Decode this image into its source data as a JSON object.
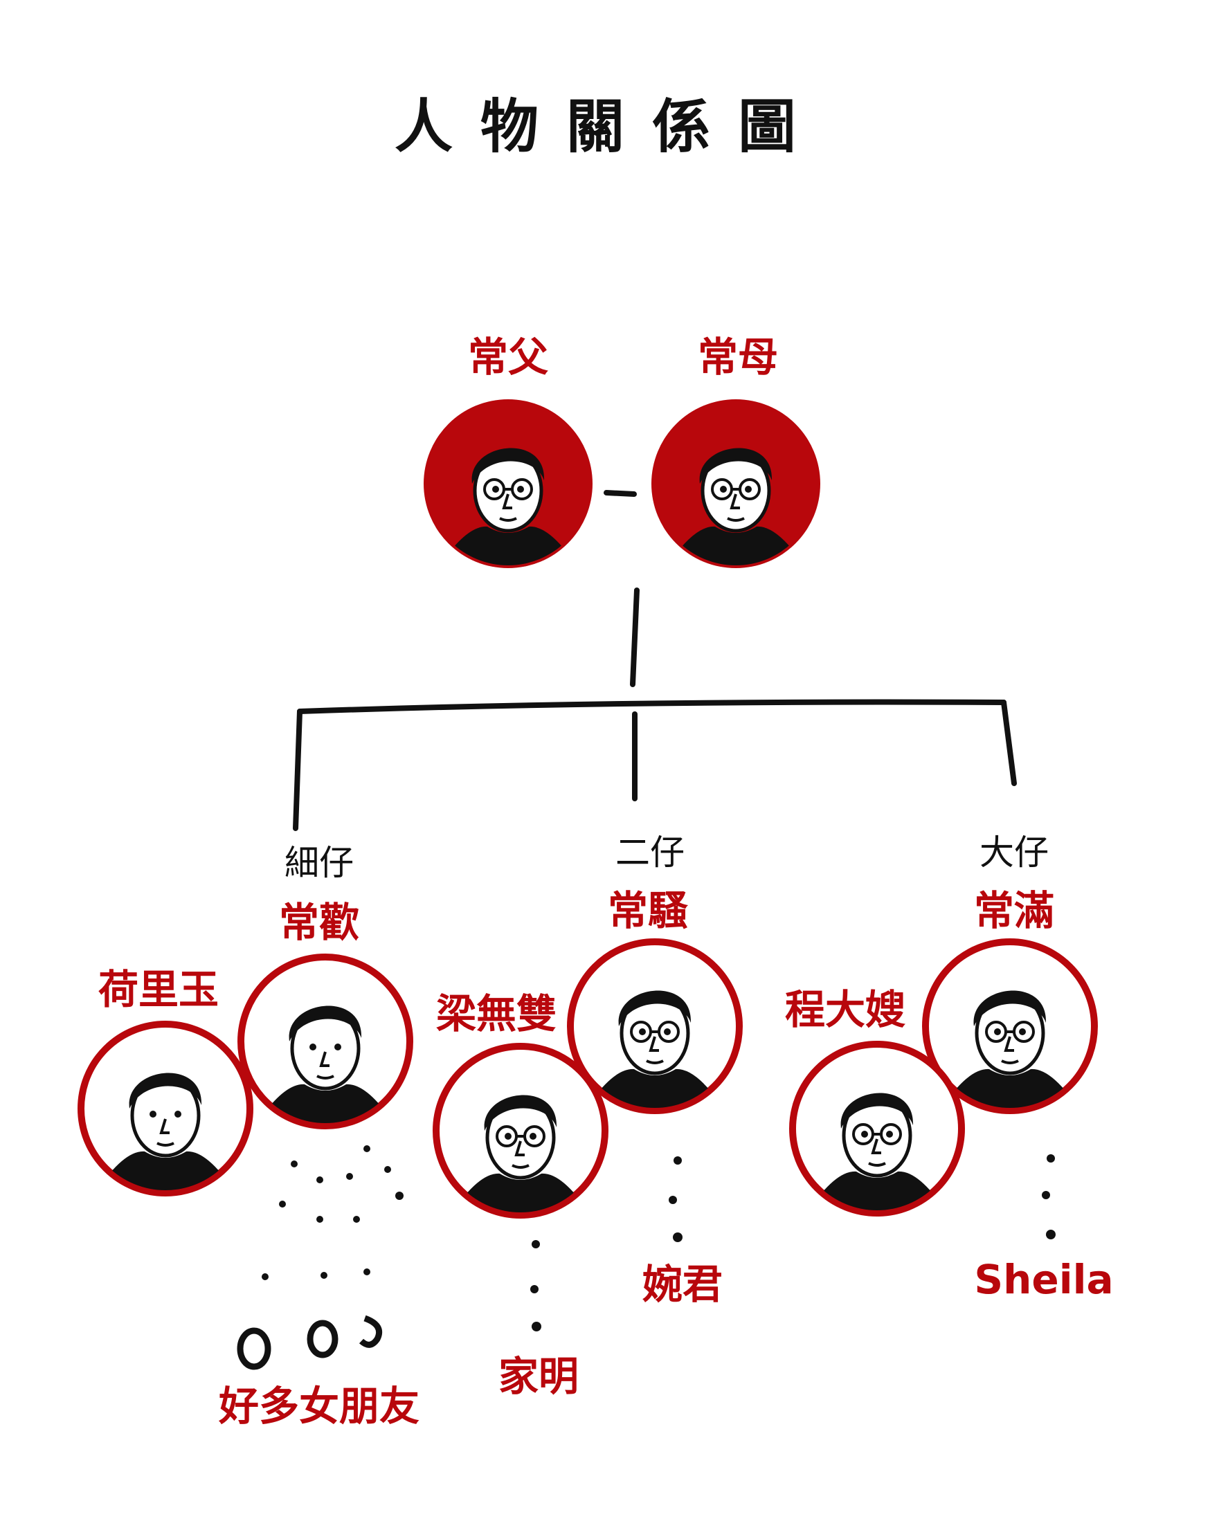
{
  "title": "人物關係圖",
  "colors": {
    "accent": "#b8070c",
    "line": "#111111"
  },
  "parents": {
    "father": "常父",
    "mother": "常母"
  },
  "children": [
    {
      "rank": "細仔",
      "name": "常歡",
      "partner": "荷里玉",
      "offspring": "好多女朋友"
    },
    {
      "rank": "二仔",
      "name": "常騷",
      "partner": "梁無雙",
      "offspring_partner": "家明",
      "offspring": "婉君"
    },
    {
      "rank": "大仔",
      "name": "常滿",
      "partner": "程大嫂",
      "offspring": "Sheila"
    }
  ]
}
